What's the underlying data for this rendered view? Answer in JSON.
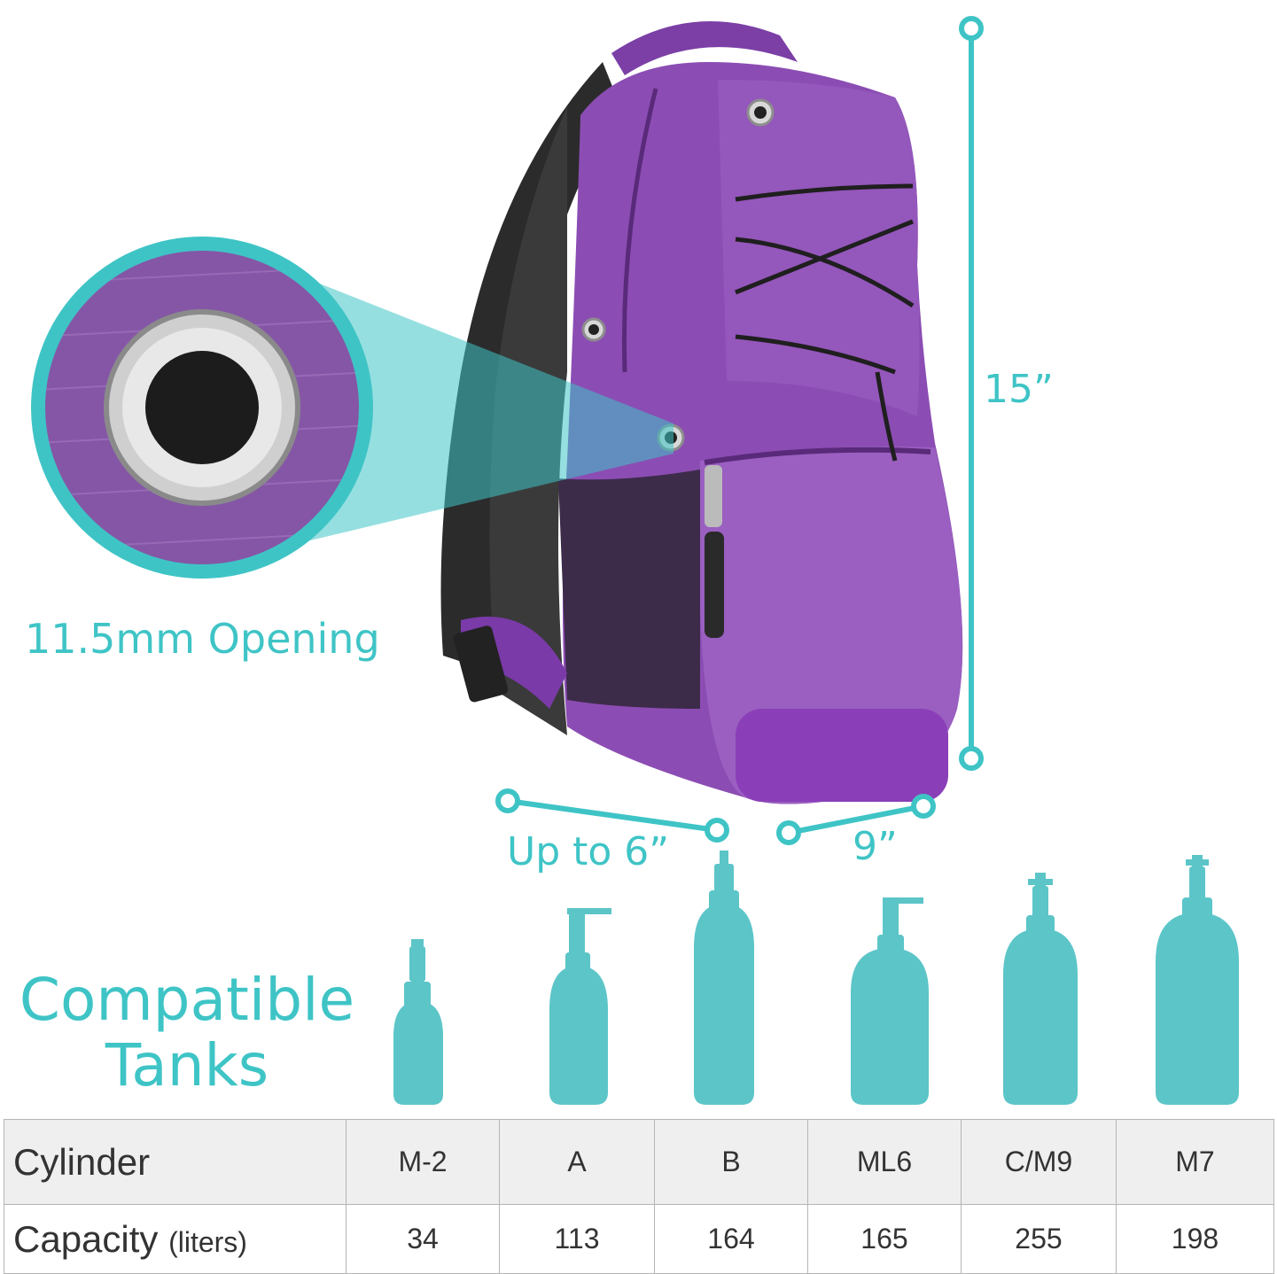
{
  "callout": {
    "label": "11.5mm Opening"
  },
  "dimensions": {
    "height": "15”",
    "depth": "Up to 6”",
    "width": "9”"
  },
  "compatible": {
    "line1": "Compatible",
    "line2": "Tanks"
  },
  "table": {
    "cylinder_header": "Cylinder",
    "capacity_header": "Capacity",
    "capacity_unit": "(liters)",
    "cylinders": [
      "M-2",
      "A",
      "B",
      "ML6",
      "C/M9",
      "M7"
    ],
    "capacities": [
      "34",
      "113",
      "164",
      "165",
      "255",
      "198"
    ]
  },
  "colors": {
    "accent": "#3fc4c6",
    "bag": "#8a4bb0",
    "tank": "#5cc5c8"
  }
}
